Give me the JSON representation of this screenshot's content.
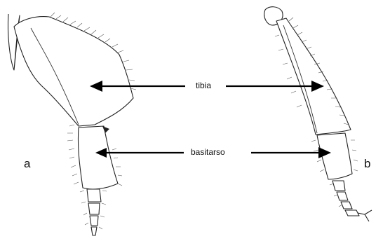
{
  "labels": {
    "tibia": "tibia",
    "basitarso": "basitarso",
    "panel_a": "a",
    "panel_b": "b"
  },
  "colors": {
    "ink": "#111111",
    "background": "#ffffff"
  }
}
